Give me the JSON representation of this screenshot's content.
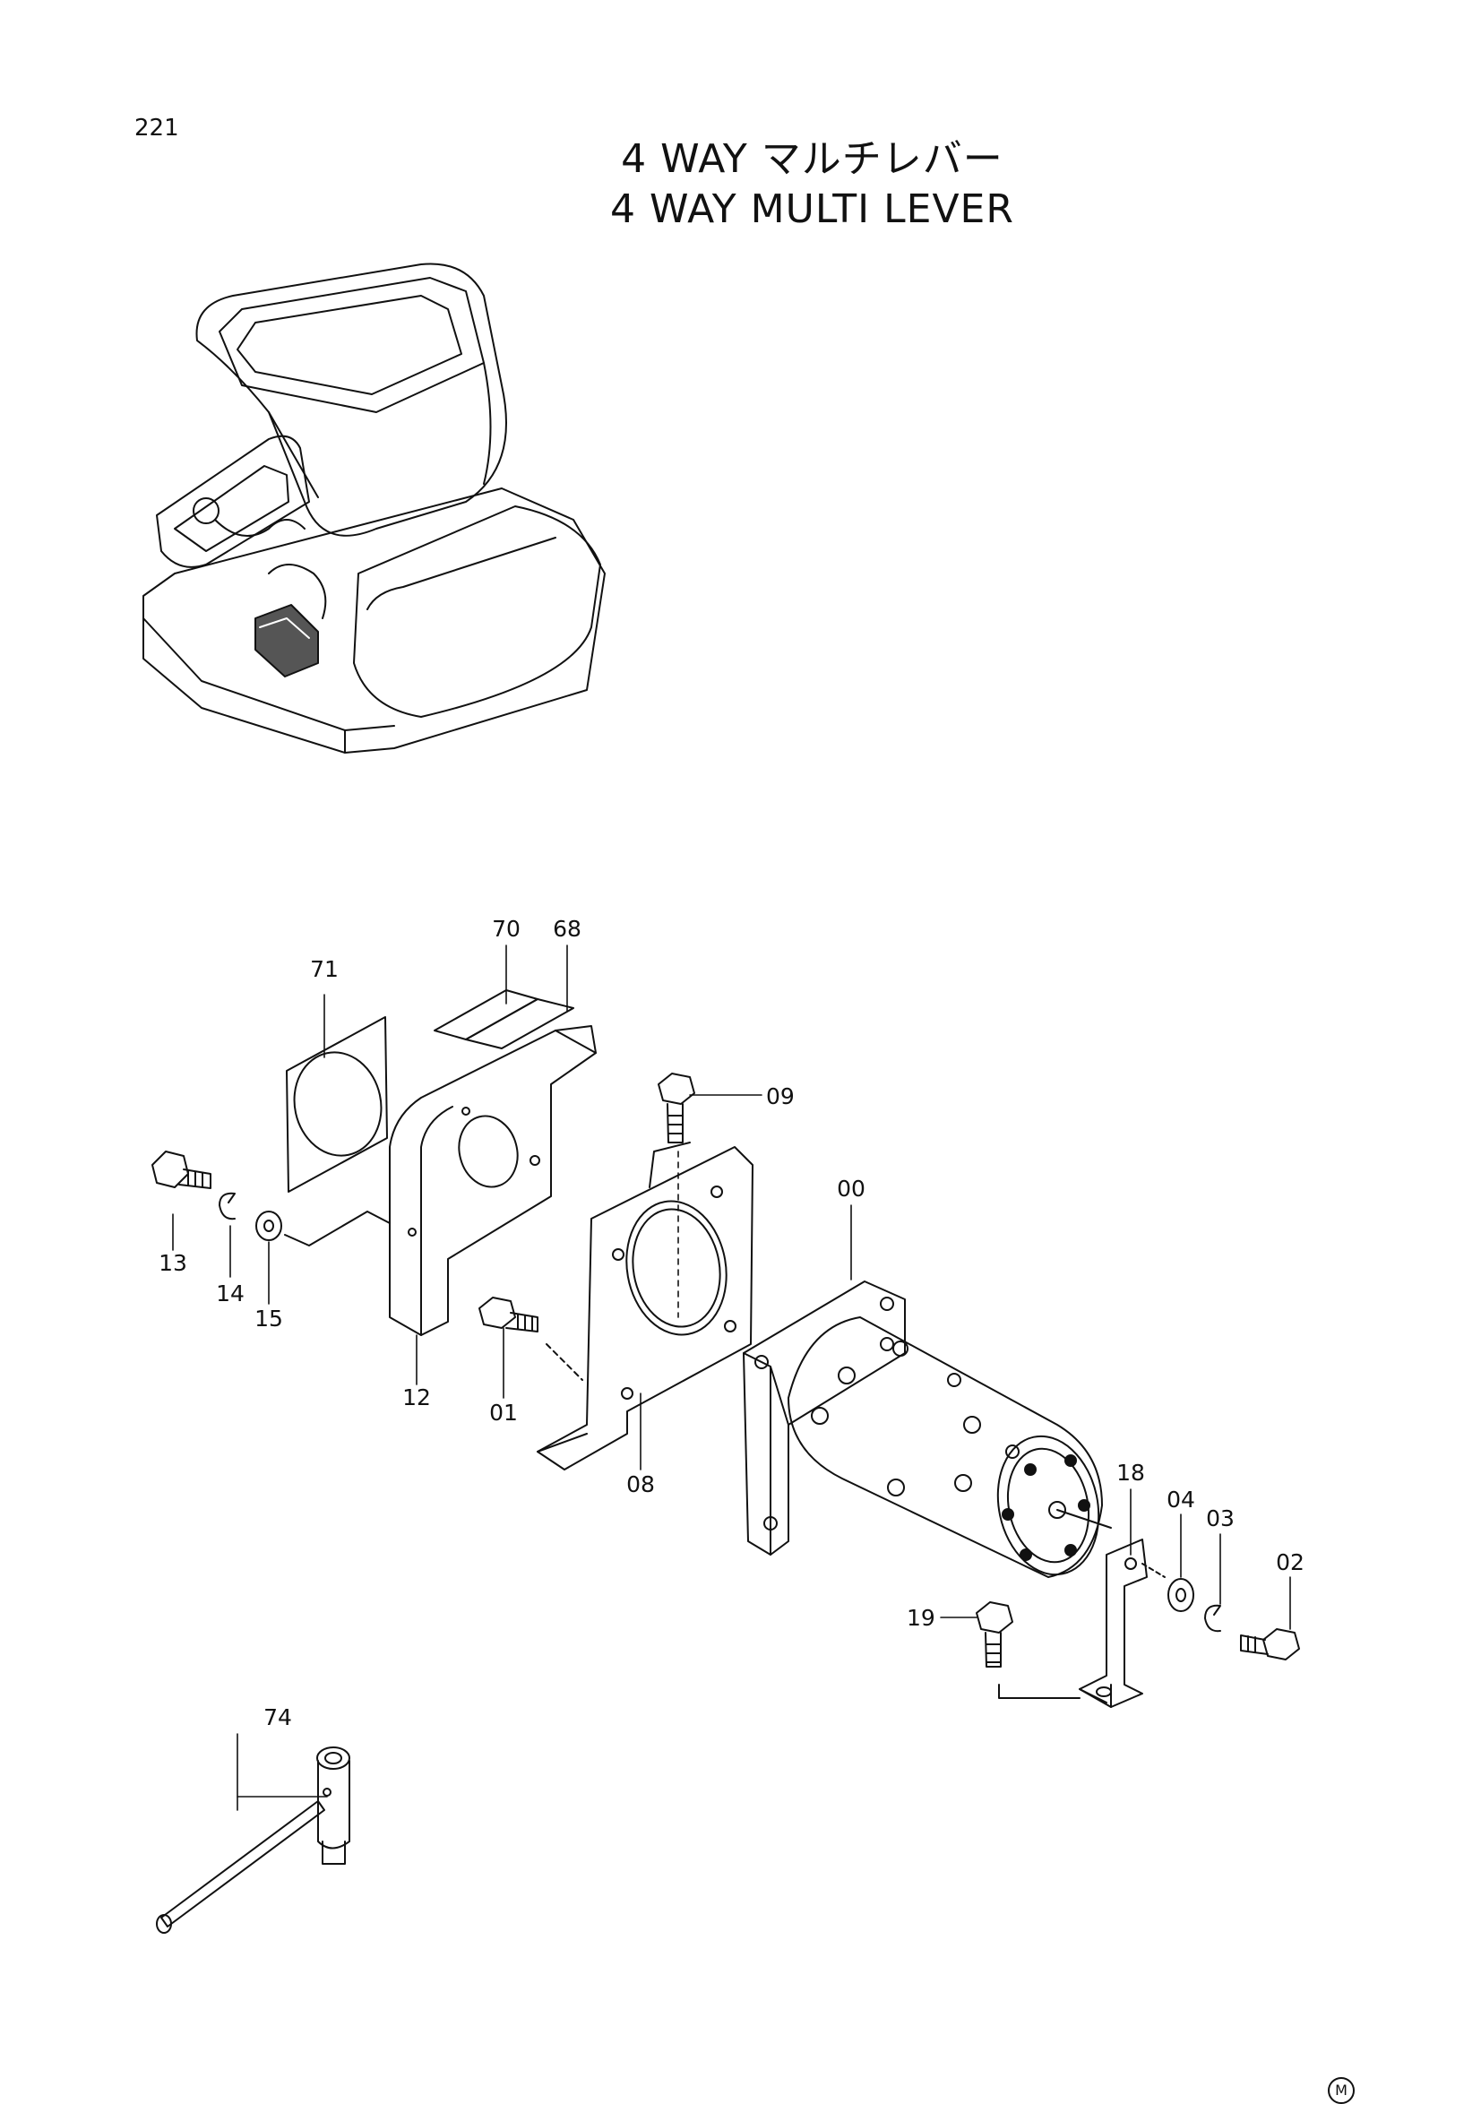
{
  "page": {
    "number": "221"
  },
  "title": {
    "jp": "4 WAY マルチレバー",
    "en": "4 WAY MULTI LEVER"
  },
  "callouts": [
    {
      "id": "00",
      "label": "00"
    },
    {
      "id": "01",
      "label": "01"
    },
    {
      "id": "02",
      "label": "02"
    },
    {
      "id": "03",
      "label": "03"
    },
    {
      "id": "04",
      "label": "04"
    },
    {
      "id": "08",
      "label": "08"
    },
    {
      "id": "09",
      "label": "09"
    },
    {
      "id": "12",
      "label": "12"
    },
    {
      "id": "13",
      "label": "13"
    },
    {
      "id": "14",
      "label": "14"
    },
    {
      "id": "15",
      "label": "15"
    },
    {
      "id": "18",
      "label": "18"
    },
    {
      "id": "19",
      "label": "19"
    },
    {
      "id": "68",
      "label": "68"
    },
    {
      "id": "70",
      "label": "70"
    },
    {
      "id": "71",
      "label": "71"
    },
    {
      "id": "74",
      "label": "74"
    }
  ],
  "footer": {
    "mark": "M"
  }
}
